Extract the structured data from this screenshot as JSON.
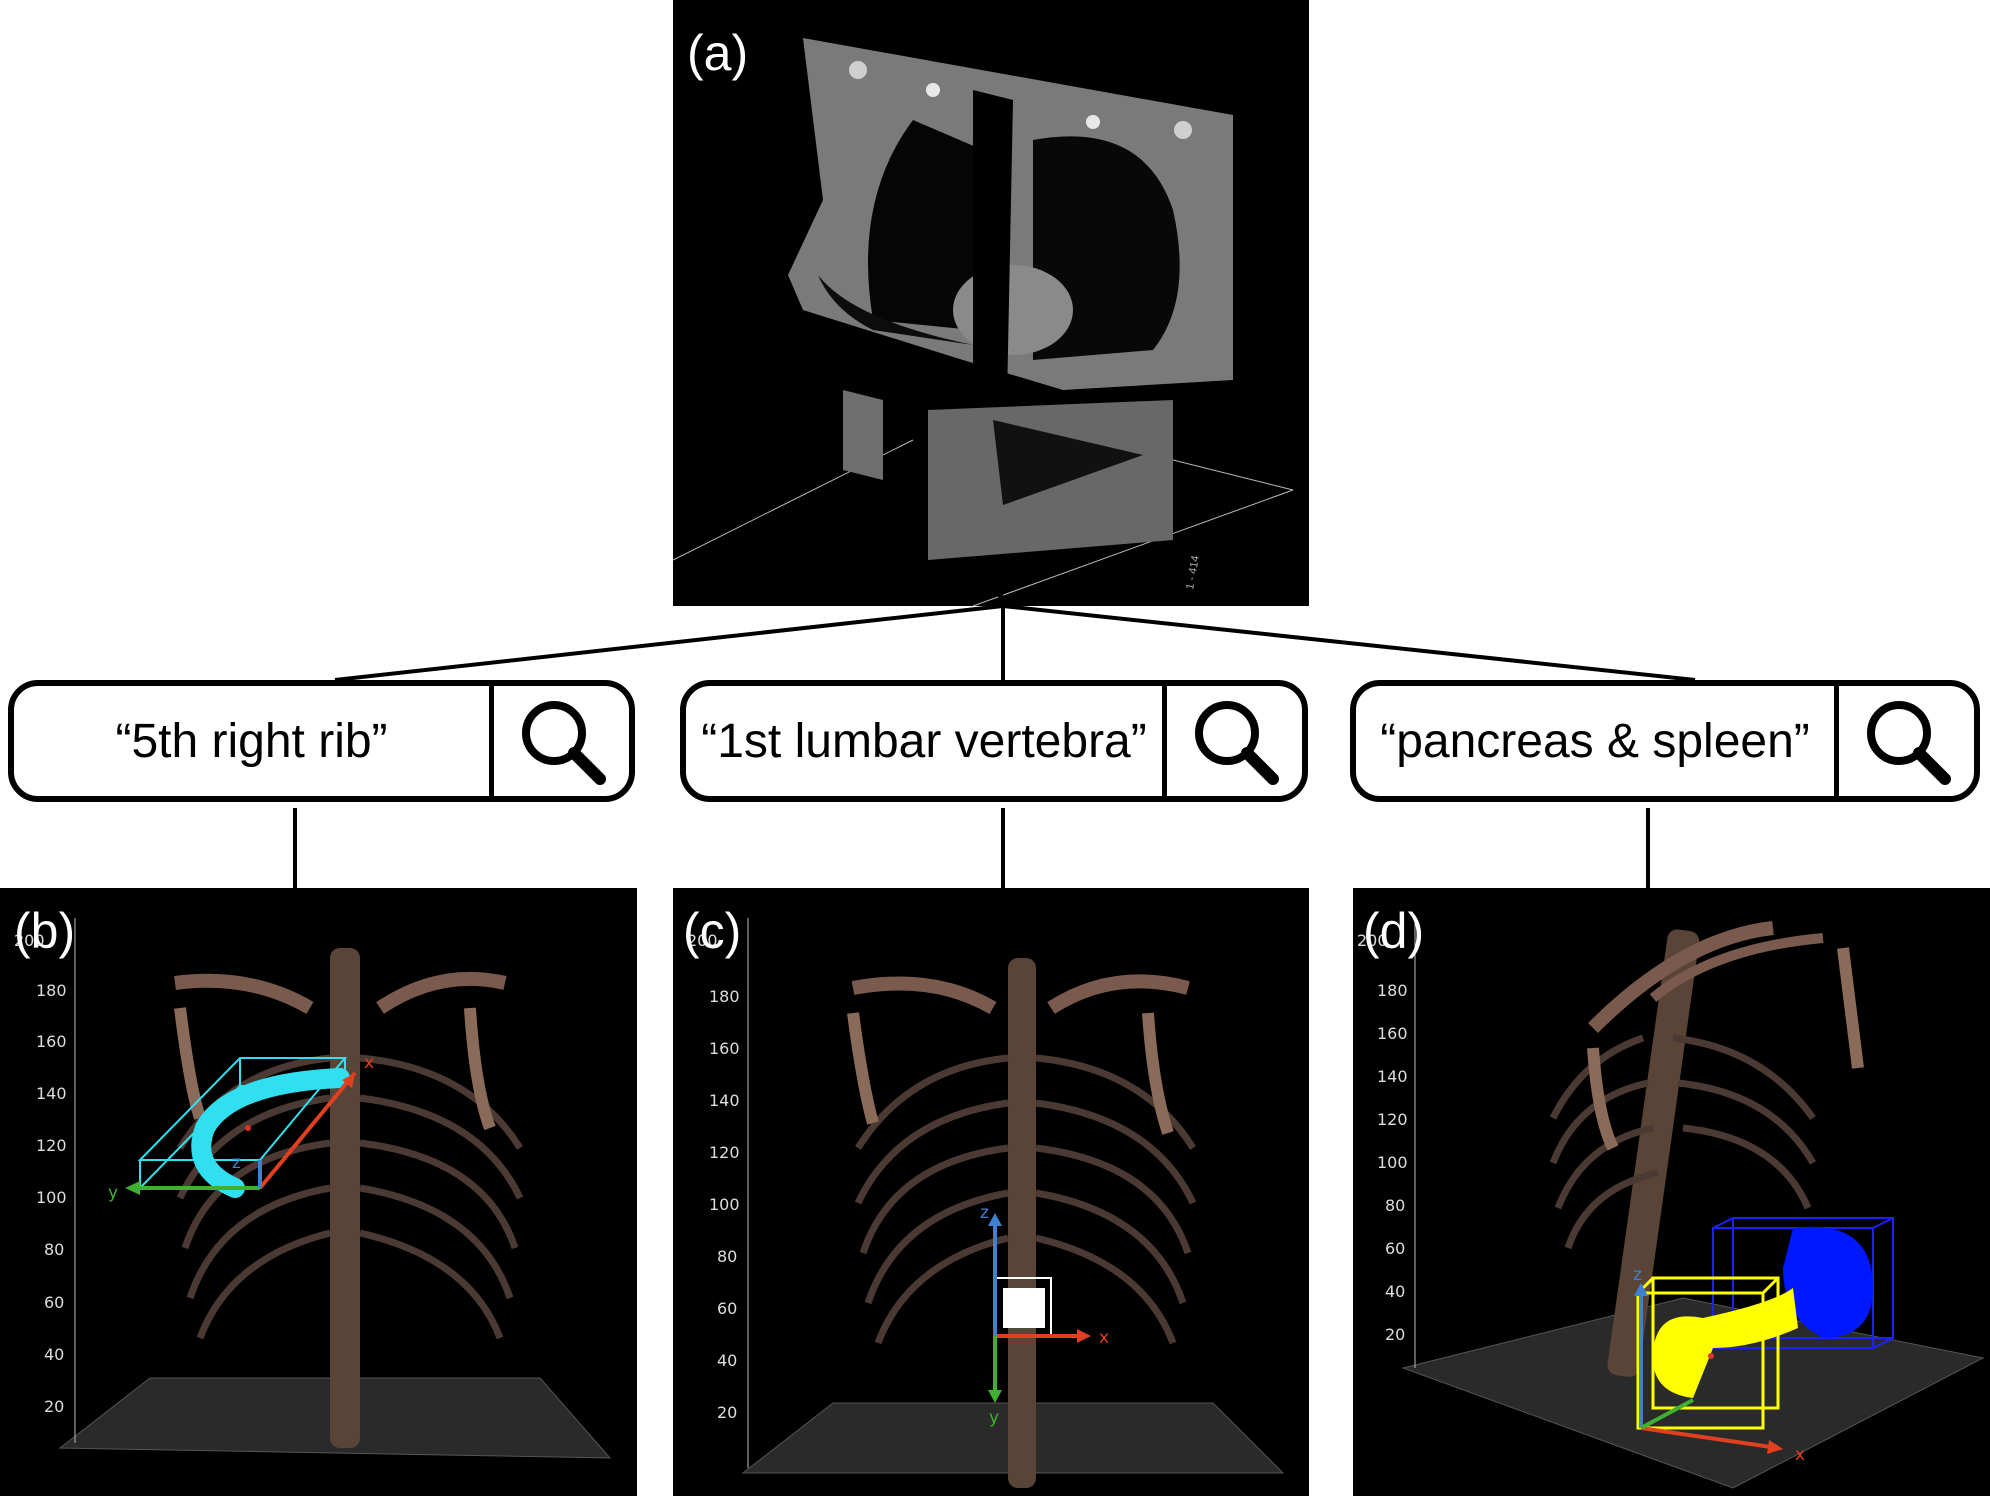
{
  "panels": {
    "a": {
      "label": "(a)",
      "scale_text": "1 - 414"
    },
    "b": {
      "label": "(b)",
      "z_top": "200",
      "axes": {
        "x": "x",
        "y": "y",
        "z": "z"
      }
    },
    "c": {
      "label": "(c)",
      "z_top": "200",
      "axes": {
        "x": "x",
        "y": "y",
        "z": "z"
      }
    },
    "d": {
      "label": "(d)",
      "z_top": "200",
      "axes": {
        "x": "x",
        "z": "z"
      }
    }
  },
  "queries": [
    {
      "text": "“5th right rib”",
      "icon": "search-icon"
    },
    {
      "text": "“1st lumbar vertebra”",
      "icon": "search-icon"
    },
    {
      "text": "“pancreas & spleen”",
      "icon": "search-icon"
    }
  ],
  "ticks": {
    "b": [
      "180",
      "160",
      "140",
      "120",
      "100",
      "80",
      "60",
      "40",
      "20"
    ],
    "c": [
      "180",
      "160",
      "140",
      "120",
      "100",
      "80",
      "60",
      "40",
      "20"
    ],
    "d": [
      "180",
      "160",
      "140",
      "120",
      "100",
      "80",
      "60",
      "40",
      "20"
    ]
  },
  "colors": {
    "rib_highlight": "#30e0f0",
    "vertebra_highlight": "#ffffff",
    "pancreas": "#ffff00",
    "spleen": "#0018ff",
    "axis_x": "#e04020",
    "axis_y": "#40b030",
    "axis_z": "#4080d0"
  }
}
